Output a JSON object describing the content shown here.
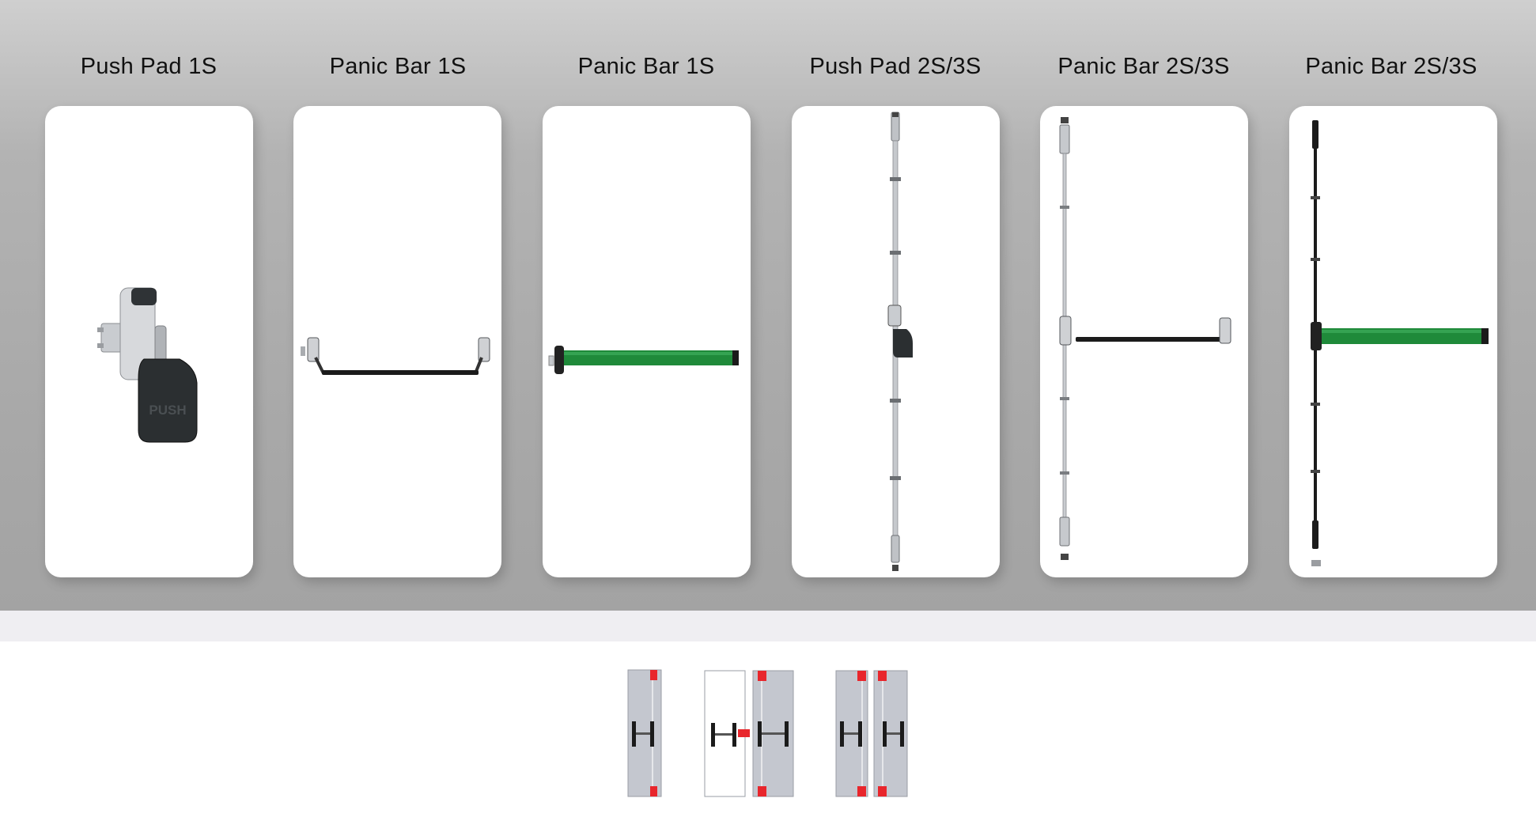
{
  "products": [
    {
      "title": "Push Pad 1S"
    },
    {
      "title": "Panic Bar 1S"
    },
    {
      "title": "Panic Bar 1S"
    },
    {
      "title": "Push Pad 2S/3S"
    },
    {
      "title": "Panic Bar 2S/3S"
    },
    {
      "title": "Panic Bar 2S/3S"
    }
  ],
  "push_pad_text": "PUSH",
  "colors": {
    "background_top": "#b3b3b3",
    "card": "#ffffff",
    "green_bar": "#1f8a3a",
    "black_bar": "#1b1b1b",
    "silver": "#bfc2c6",
    "diagram_door": "#c4c7cf",
    "diagram_marker": "#e8262c"
  }
}
